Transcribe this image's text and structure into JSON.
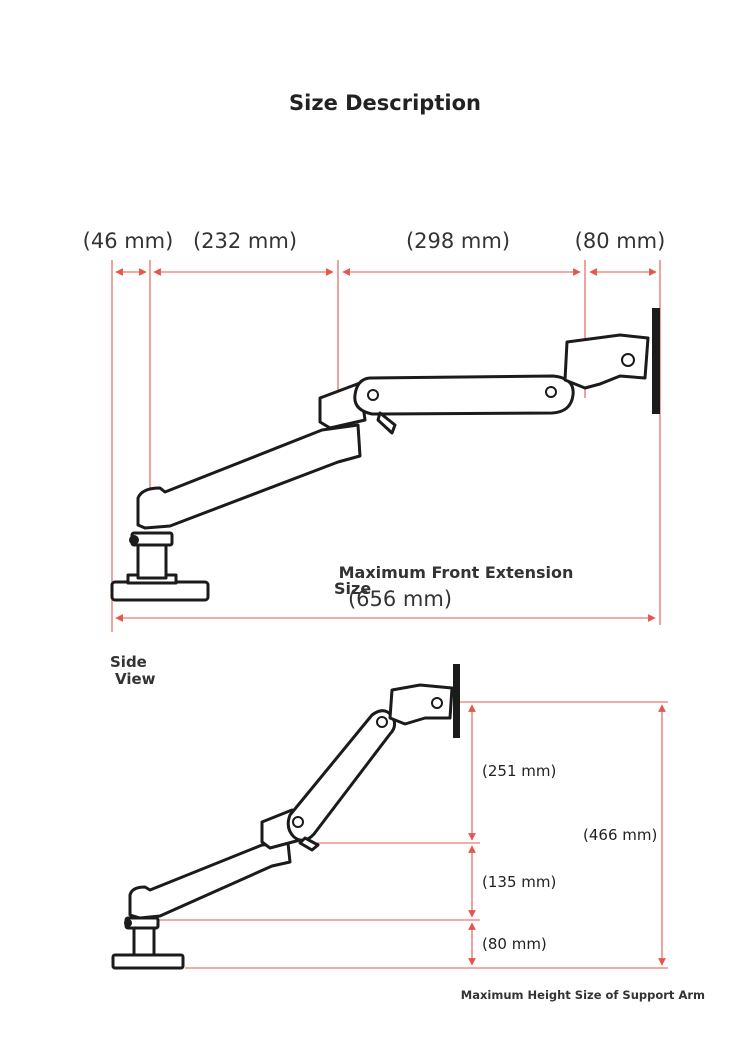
{
  "title": "Size Description",
  "top_view": {
    "dims": [
      "(46 mm)",
      "(232 mm)",
      "(298 mm)",
      "(80 mm)"
    ],
    "extension_label_1": "Maximum Front Extension",
    "extension_label_2": "Size",
    "extension_value": "(656 mm)"
  },
  "side_label_1": "Side",
  "side_label_2": "View",
  "bottom_view": {
    "dims": [
      "(251 mm)",
      "(135 mm)",
      "(80 mm)"
    ],
    "total": "(466 mm)",
    "caption": "Maximum Height Size of Support Arm"
  },
  "colors": {
    "dimension_line": "#e4574f",
    "outline": "#1b1b1b",
    "text": "#333333"
  }
}
